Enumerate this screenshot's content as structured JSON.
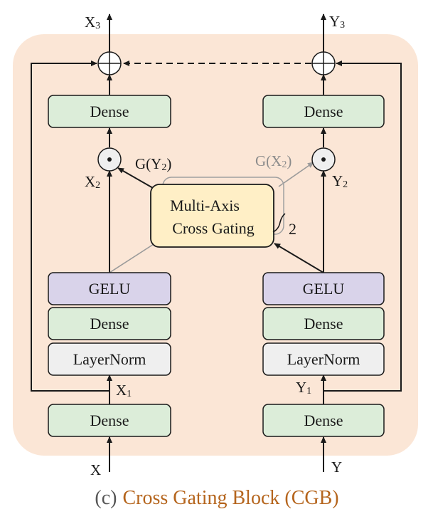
{
  "diagram": {
    "left_branch": {
      "input": "X",
      "x1_main": "X",
      "x1_sub": "1",
      "x2_main": "X",
      "x2_sub": "2",
      "x3_main": "X",
      "x3_sub": "3",
      "dense_in": "Dense",
      "layernorm": "LayerNorm",
      "dense_mid": "Dense",
      "gelu": "GELU",
      "dense_out": "Dense",
      "gate_main": "G(Y",
      "gate_sub": "2",
      "gate_close": ")"
    },
    "right_branch": {
      "input": "Y",
      "y1_main": "Y",
      "y1_sub": "1",
      "y2_main": "Y",
      "y2_sub": "2",
      "y3_main": "Y",
      "y3_sub": "3",
      "dense_in": "Dense",
      "layernorm": "LayerNorm",
      "dense_mid": "Dense",
      "gelu": "GELU",
      "dense_out": "Dense",
      "gate_main": "G(X",
      "gate_sub": "2",
      "gate_close": ")"
    },
    "center_block": {
      "line1": "Multi-Axis",
      "line2": "Cross Gating",
      "repeat": "2"
    },
    "colors": {
      "panel_bg": "#fbe6d6",
      "dense_fill": "#dcedd9",
      "gelu_fill": "#d9d3ea",
      "layernorm_fill": "#efefef",
      "gating_fill": "#ffefc6",
      "gating_border": "#b08a1a",
      "caption_accent": "#b5651d"
    }
  },
  "caption": {
    "prefix": "(c)",
    "title": "Cross Gating Block (CGB)"
  }
}
